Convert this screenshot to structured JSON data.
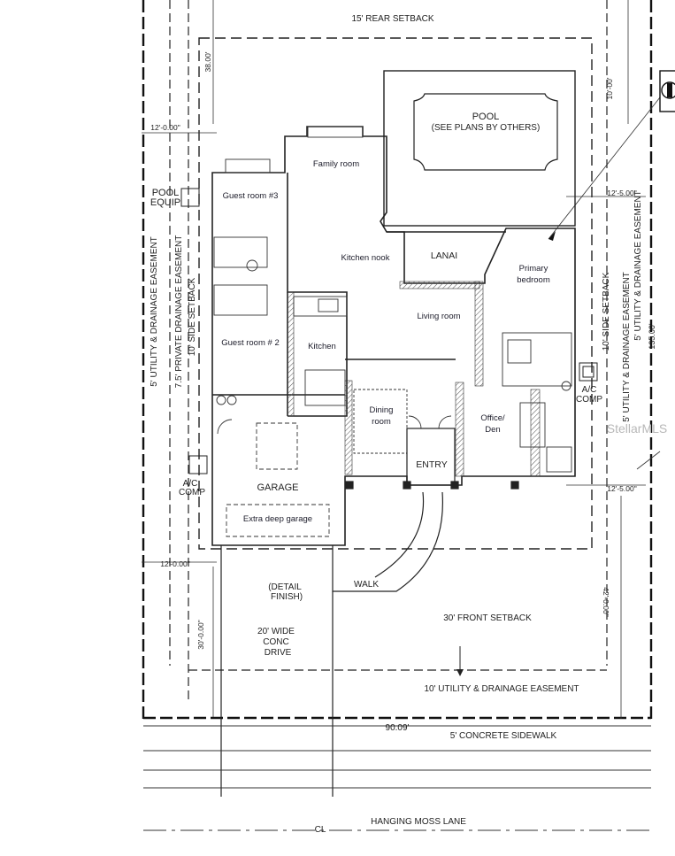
{
  "setbacks": {
    "rear": "15' REAR SETBACK",
    "front": "30' FRONT SETBACK",
    "side_left": "10' SIDE SETBACK",
    "side_right": "10' SIDE SETBACK"
  },
  "easements": {
    "left_outer": "5' UTILITY & DRAINAGE EASEMENT",
    "left_inner": "7.5' PRIVATE DRAINAGE EASEMENT",
    "right_outer": "5' UTILITY & DRAINAGE EASEMENT",
    "front": "10' UTILITY & DRAINAGE EASEMENT"
  },
  "dimensions": {
    "left_top": "38.00'",
    "left_side_top": "12'-0.00\"",
    "left_side_bottom": "12'-0.00\"",
    "left_front": "30'-0.00\"",
    "right_top": "10'-00'",
    "right_side_top": "12'-5.00\"",
    "right_side_bottom": "12'-5.00\"",
    "right_front": "42'-0.00\"",
    "lot_depth": "135.00'",
    "lot_width": "90.09'"
  },
  "site": {
    "pool_title": "POOL",
    "pool_note": "(SEE PLANS BY OTHERS)",
    "pool_equip_1": "POOL",
    "pool_equip_2": "EQUIP",
    "ac_left_1": "A/C",
    "ac_left_2": "COMP",
    "ac_right_1": "A/C",
    "ac_right_2": "COMP",
    "walk": "WALK",
    "detail_1": "(DETAIL",
    "detail_2": "FINISH)",
    "drive_1": "20' WIDE",
    "drive_2": "CONC",
    "drive_3": "DRIVE",
    "sidewalk": "5' CONCRETE SIDEWALK",
    "street": "HANGING MOSS LANE",
    "centerline": "CL",
    "watermark": "StellarMLS"
  },
  "rooms": {
    "family": "Family room",
    "guest3": "Guest room #3",
    "kitchen_nook": "Kitchen nook",
    "lanai": "LANAI",
    "primary_1": "Primary",
    "primary_2": "bedroom",
    "living": "Living room",
    "guest2": "Guest room # 2",
    "kitchen": "Kitchen",
    "dining_1": "Dining",
    "dining_2": "room",
    "office_1": "Office/",
    "office_2": "Den",
    "entry": "ENTRY",
    "garage": "GARAGE",
    "garage_note": "Extra deep garage"
  }
}
